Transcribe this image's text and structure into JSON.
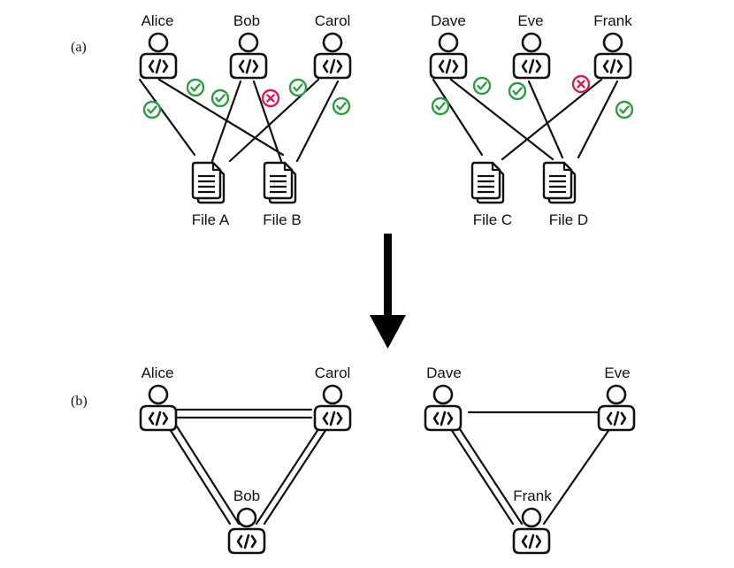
{
  "panels": {
    "a": "(a)",
    "b": "(b)"
  },
  "developers_a": [
    "Alice",
    "Bob",
    "Carol",
    "Dave",
    "Eve",
    "Frank"
  ],
  "files": [
    "File A",
    "File B",
    "File C",
    "File D"
  ],
  "developers_b": [
    "Alice",
    "Carol",
    "Bob",
    "Dave",
    "Eve",
    "Frank"
  ],
  "colors": {
    "approved": "#2e9b45",
    "rejected": "#d6204e",
    "ink": "#111111"
  },
  "icons": {
    "developer": "developer-code-icon",
    "file": "file-stack-icon",
    "approved": "check-circle-icon",
    "rejected": "x-circle-icon",
    "transition": "down-arrow-icon"
  }
}
